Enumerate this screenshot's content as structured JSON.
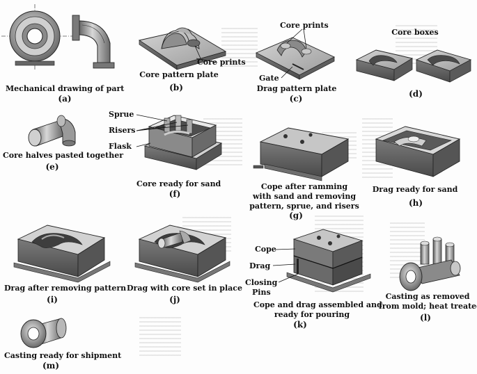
{
  "panels": {
    "a": {
      "letter": "(a)",
      "caption": "Mechanical drawing of part"
    },
    "b": {
      "letter": "(b)",
      "caption": "Core pattern plate",
      "labels": [
        "Core prints"
      ]
    },
    "c": {
      "letter": "(c)",
      "caption": "Drag pattern plate",
      "labels": [
        "Core prints",
        "Gate"
      ]
    },
    "d": {
      "letter": "(d)",
      "caption": "Core boxes"
    },
    "e": {
      "letter": "(e)",
      "caption": "Core halves pasted together"
    },
    "f": {
      "letter": "(f)",
      "caption": "Core ready for sand",
      "labels": [
        "Sprue",
        "Risers",
        "Flask"
      ]
    },
    "g": {
      "letter": "(g)",
      "caption_lines": [
        "Cope after ramming",
        "with sand and removing",
        "pattern, sprue, and risers"
      ]
    },
    "h": {
      "letter": "(h)",
      "caption": "Drag ready for sand"
    },
    "i": {
      "letter": "(i)",
      "caption": "Drag after removing pattern"
    },
    "j": {
      "letter": "(j)",
      "caption": "Drag with core set in place"
    },
    "k": {
      "letter": "(k)",
      "caption_lines": [
        "Cope and drag assembled and",
        "ready for pouring"
      ],
      "labels": [
        "Cope",
        "Drag",
        "Closing",
        "Pins"
      ]
    },
    "l": {
      "letter": "(l)",
      "caption_lines": [
        "Casting as removed",
        "from mold; heat treated"
      ]
    },
    "m": {
      "letter": "(m)",
      "caption": "Casting ready for shipment"
    }
  },
  "colors": {
    "ink": "#111111",
    "top_face": "#b5b5b5",
    "side_face": "#6e6e6e",
    "dark": "#3a3a3a",
    "sand": "#9a9a9a"
  }
}
